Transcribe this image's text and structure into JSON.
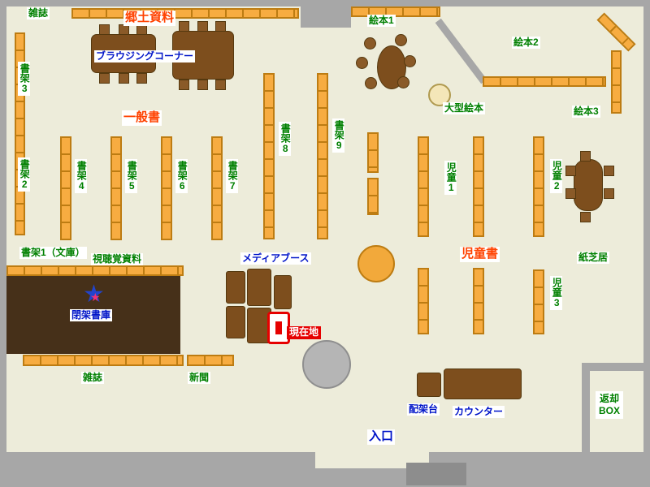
{
  "labels": {
    "magazines_top": "雑誌",
    "local_history": "郷土資料",
    "browsing_corner": "ブラウジングコーナー",
    "picture_books_1": "絵本1",
    "picture_books_2": "絵本2",
    "picture_books_3": "絵本3",
    "large_picture_books": "大型絵本",
    "shelf_2": "書架2",
    "shelf_3": "書架3",
    "shelf_4": "書架4",
    "shelf_5": "書架5",
    "shelf_6": "書架6",
    "shelf_7": "書架7",
    "shelf_8": "書架8",
    "shelf_9": "書架9",
    "general_books": "一般書",
    "shelf_1_bunko": "書架1（文庫）",
    "audio_visual": "視聴覚資料",
    "closed_stacks": "閉架書庫",
    "children_1": "児童1",
    "children_2": "児童2",
    "children_3": "児童3",
    "children_books": "児童書",
    "kamishibai": "紙芝居",
    "media_booth": "メディアブース",
    "current_location": "現在地",
    "magazines_bottom": "雑誌",
    "newspapers": "新聞",
    "entrance": "入口",
    "sorting_stand": "配架台",
    "counter": "カウンター",
    "return_box": "返却\nBOX"
  },
  "colors": {
    "floor": "#edecda",
    "wall": "#a7a7a7",
    "shelf_fill": "#f7ac41",
    "shelf_border": "#bd7c12",
    "table_brown": "#7d4e1d",
    "closed_stacks_fill": "#463019",
    "label_green": "#008000",
    "label_red": "#ff4200",
    "label_blue": "#0014c8",
    "current_location_red": "#e60000"
  }
}
